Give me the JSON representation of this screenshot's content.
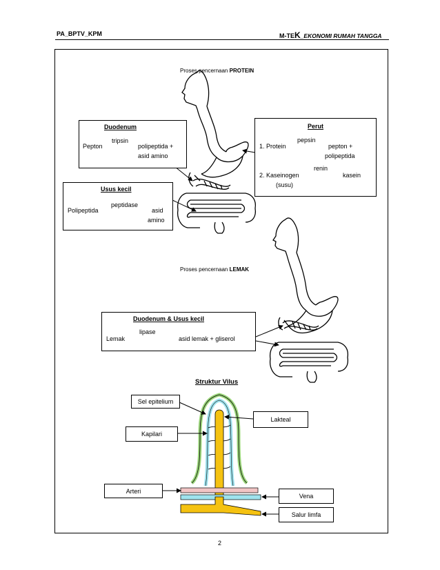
{
  "header": {
    "left": "PA_BPTV_KPM",
    "right_prefix": "M-TE",
    "right_big": "K",
    "right_italic": "_EKONOMI RUMAH TANGGA"
  },
  "protein": {
    "title_prefix": "Proses pencernaan ",
    "title_bold": "PROTEIN",
    "duodenum": {
      "heading": "Duodenum",
      "substrate": "Pepton",
      "enzyme": "tripsin",
      "product_line1": "polipeptida +",
      "product_line2": "asid amino"
    },
    "usus_kecil": {
      "heading": "Usus kecil",
      "substrate": "Polipeptida",
      "enzyme": "peptidase",
      "product_line1": "asid",
      "product_line2": "amino"
    },
    "perut": {
      "heading": "Perut",
      "r1_substrate": "1. Protein",
      "r1_enzyme": "pepsin",
      "r1_product_line1": "pepton +",
      "r1_product_line2": "polipeptida",
      "r2_substrate": "2. Kaseinogen",
      "r2_substrate_sub": "(susu)",
      "r2_enzyme": "renin",
      "r2_product": "kasein"
    }
  },
  "lemak": {
    "title_prefix": "Proses pencernaan ",
    "title_bold": "LEMAK",
    "box": {
      "heading": "Duodenum  & Usus kecil",
      "substrate": "Lemak",
      "enzyme": "lipase",
      "product": "asid lemak + gliserol"
    }
  },
  "vilus": {
    "title": "Struktur Vilus",
    "labels": {
      "sel_epitelium": "Sel epitelium",
      "lakteal": "Lakteal",
      "kapilari": "Kapilari",
      "arteri": "Arteri",
      "vena": "Vena",
      "salur_limfa": "Salur limfa"
    },
    "colors": {
      "epithelium_green": "#9BD67A",
      "capillary_blue": "#9FE3EE",
      "lacteal_yellow": "#F5C211",
      "artery_pink": "#F2C5C5"
    }
  },
  "page_number": "2"
}
